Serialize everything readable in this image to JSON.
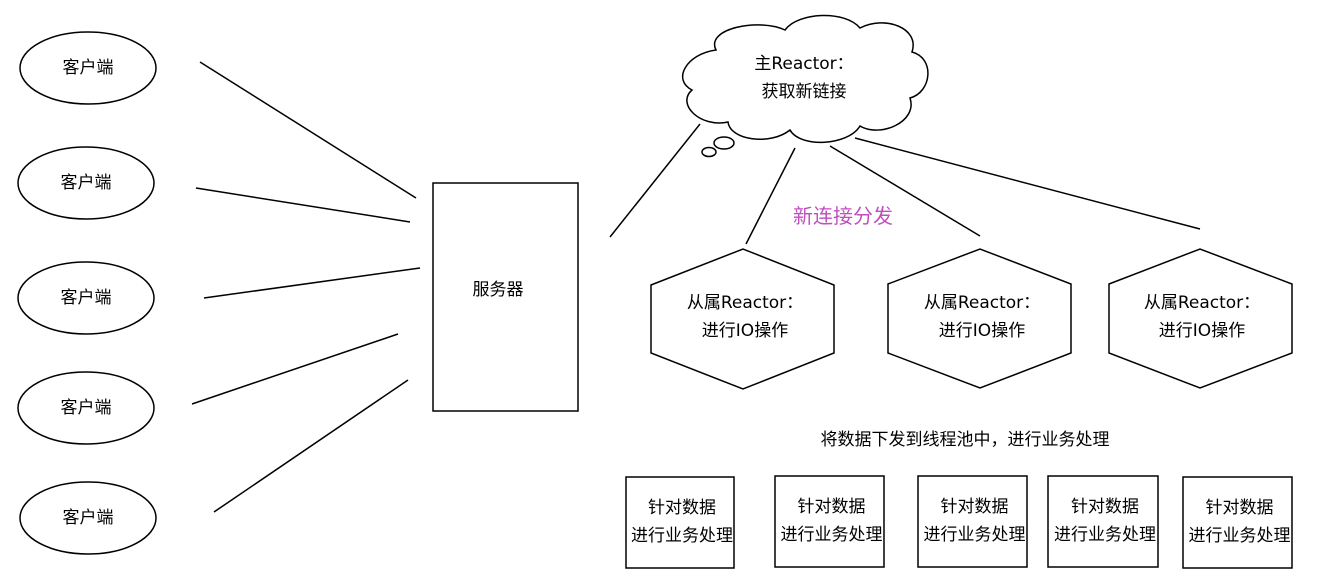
{
  "clients": [
    "客户端",
    "客户端",
    "客户端",
    "客户端",
    "客户端"
  ],
  "server": "服务器",
  "main_reactor": {
    "line1": "主Reactor：",
    "line2": "获取新链接"
  },
  "dispatch_label": "新连接分发",
  "sub_reactors": [
    {
      "line1": "从属Reactor：",
      "line2": "进行IO操作"
    },
    {
      "line1": "从属Reactor：",
      "line2": "进行IO操作"
    },
    {
      "line1": "从属Reactor：",
      "line2": "进行IO操作"
    }
  ],
  "threadpool_label": "将数据下发到线程池中，进行业务处理",
  "workers": [
    {
      "line1": "针对数据",
      "line2": "进行业务处理"
    },
    {
      "line1": "针对数据",
      "line2": "进行业务处理"
    },
    {
      "line1": "针对数据",
      "line2": "进行业务处理"
    },
    {
      "line1": "针对数据",
      "line2": "进行业务处理"
    },
    {
      "line1": "针对数据",
      "line2": "进行业务处理"
    }
  ],
  "colors": {
    "stroke": "#000000",
    "accent": "#bf4fbf"
  }
}
